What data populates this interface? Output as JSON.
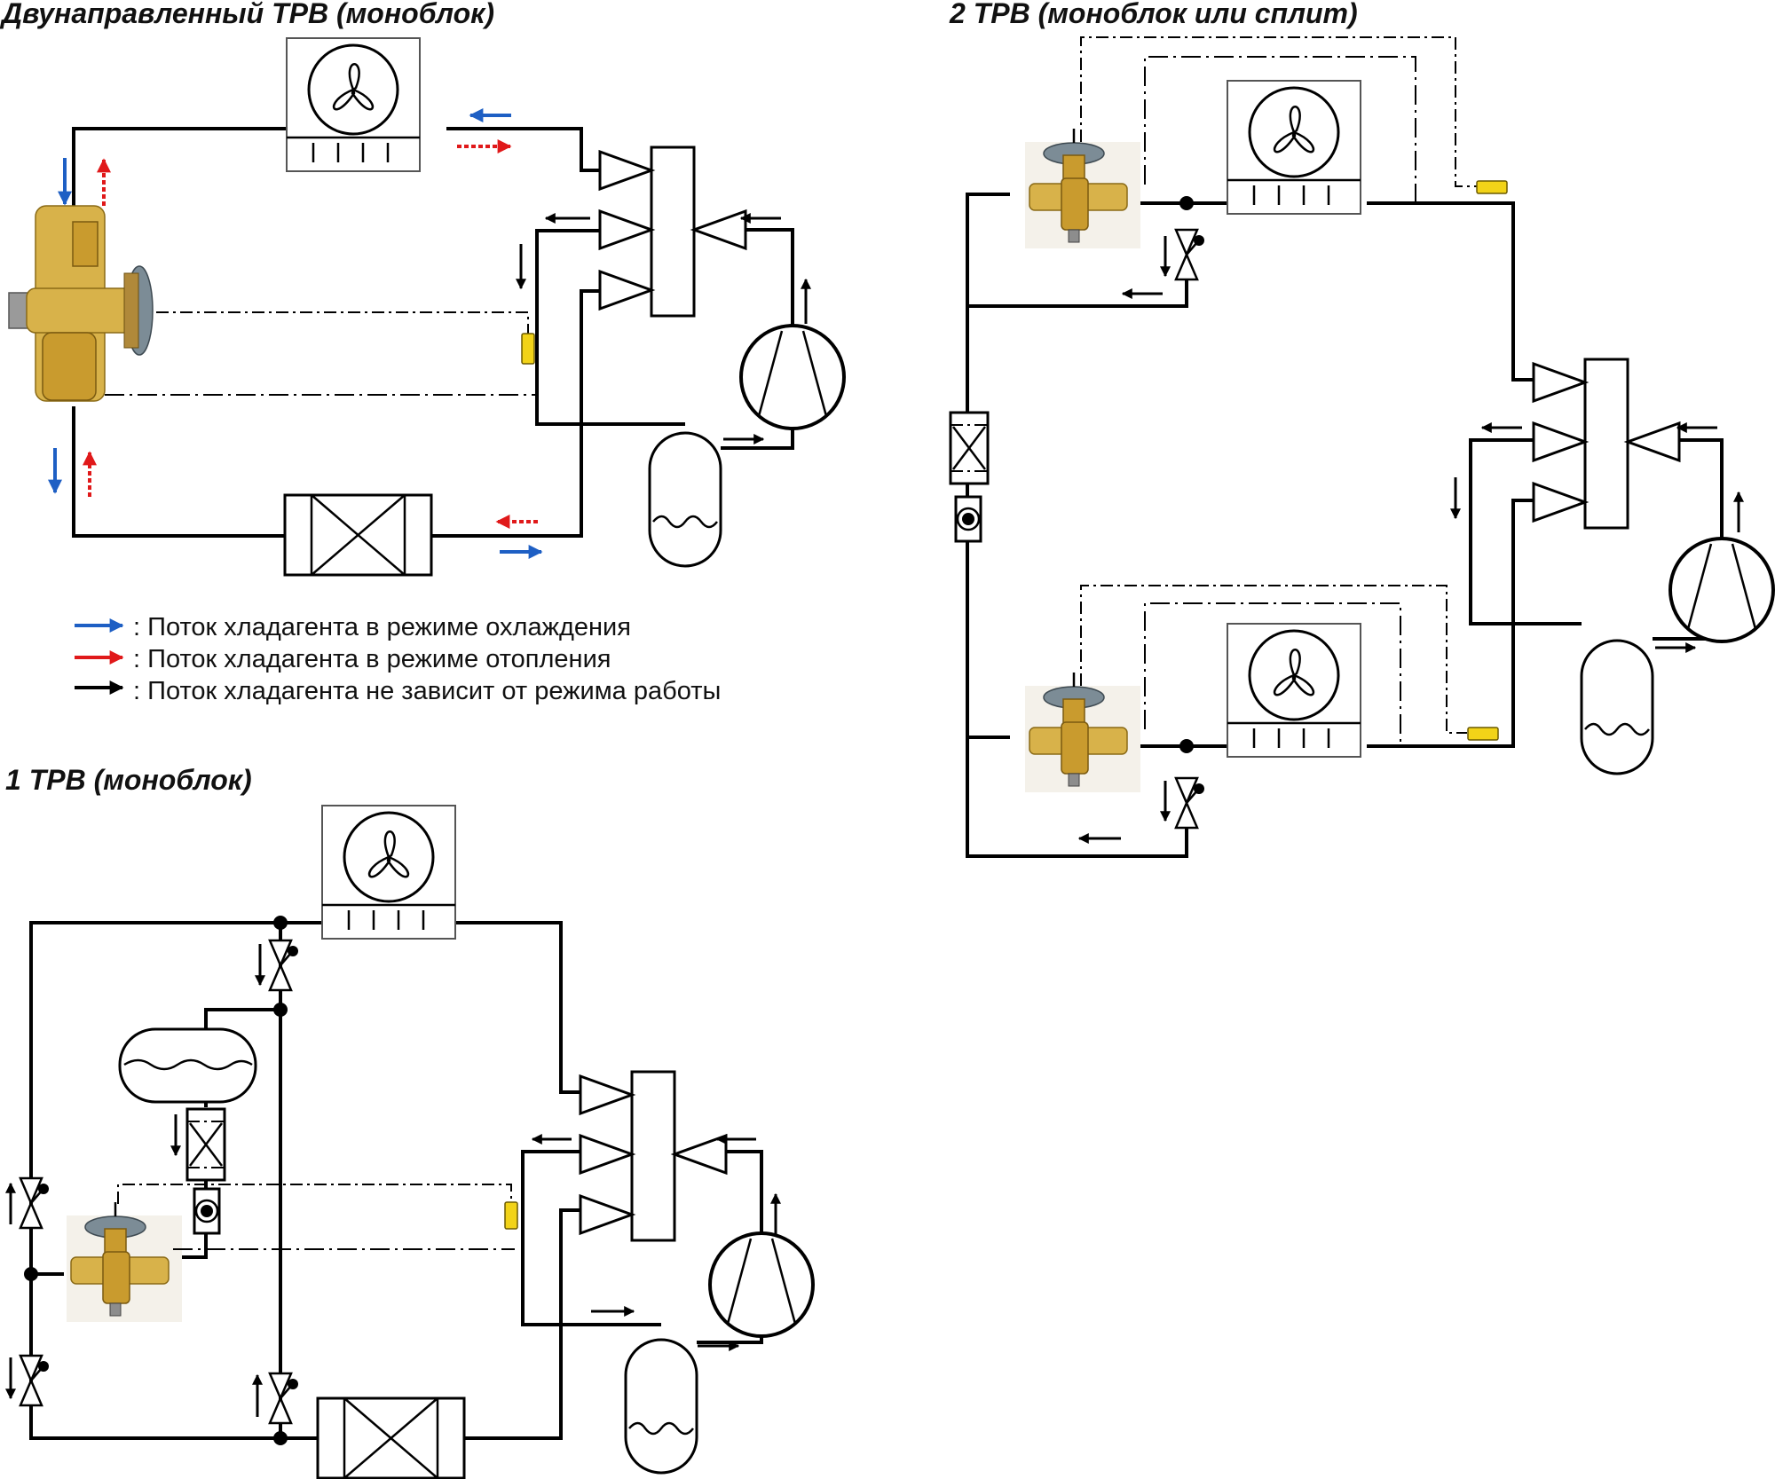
{
  "titles": {
    "bidirectional": "Двунаправленный ТРВ (моноблок)",
    "two_trv": "2 ТРВ (моноблок или сплит)",
    "one_trv": "1 ТРВ (моноблок)"
  },
  "legend": [
    {
      "color": "#1e5fc4",
      "text": ": Поток хладагента в режиме охлаждения"
    },
    {
      "color": "#e0191a",
      "text": ": Поток хладагента в режиме отопления"
    },
    {
      "color": "#000000",
      "text": ": Поток хладагента не зависит от режима работы"
    }
  ],
  "icons": [
    "fan-icon",
    "compressor-icon",
    "receiver-icon",
    "four-way-valve-icon",
    "heat-exchanger-icon",
    "check-valve-icon",
    "filter-drier-icon",
    "sight-glass-icon",
    "expansion-valve-icon",
    "sensing-bulb-icon"
  ]
}
